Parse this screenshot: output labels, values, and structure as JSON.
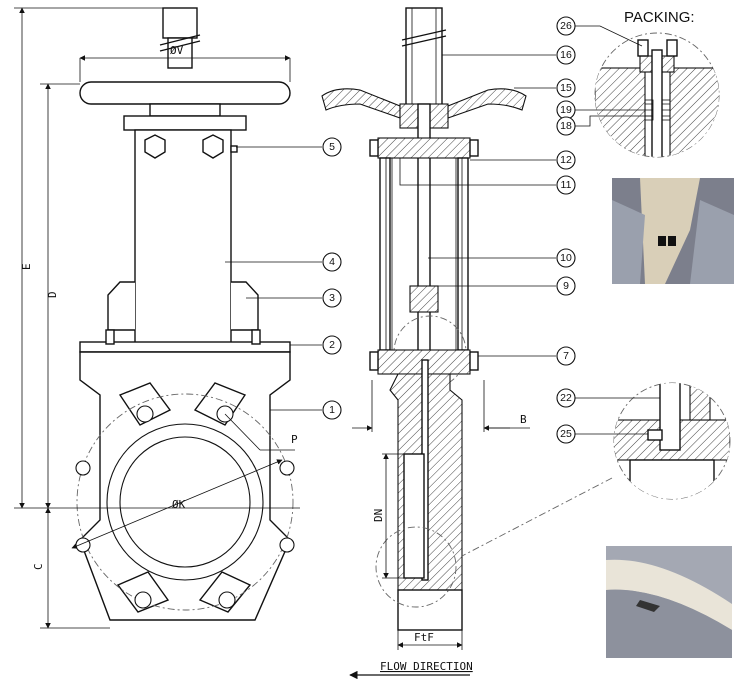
{
  "labels": {
    "packing": "PACKING:",
    "flow_direction": "FLOW DIRECTION"
  },
  "dimensions": {
    "phi_v": "ØV",
    "phi_k": "ØK",
    "e": "E",
    "d": "D",
    "c": "C",
    "p": "P",
    "b": "B",
    "dn": "DN",
    "ftf": "FtF"
  },
  "callouts": [
    "1",
    "2",
    "3",
    "4",
    "5",
    "7",
    "9",
    "10",
    "11",
    "12",
    "15",
    "16",
    "18",
    "19",
    "22",
    "25",
    "26"
  ],
  "colors": {
    "line": "#111111",
    "photo_metal": "#7c7f8c",
    "photo_light": "#d9cfb8"
  }
}
